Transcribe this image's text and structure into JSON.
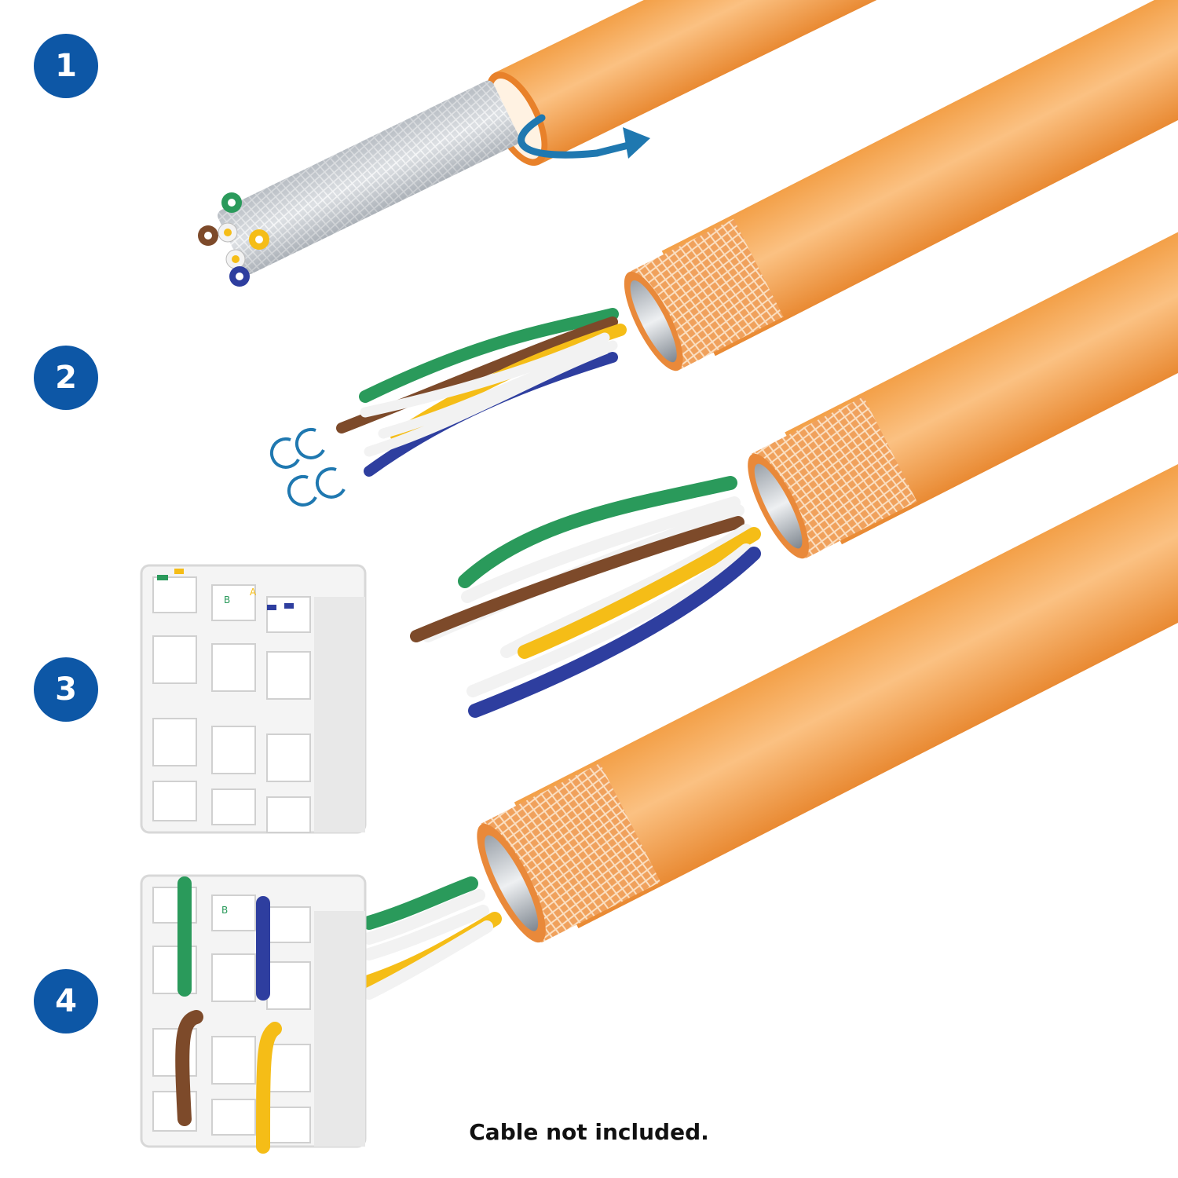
{
  "steps": [
    {
      "number": "1"
    },
    {
      "number": "2"
    },
    {
      "number": "3"
    },
    {
      "number": "4"
    }
  ],
  "caption": "Cable not included.",
  "keystone_labels": {
    "b": "B",
    "a": "A"
  },
  "colors": {
    "badge": "#0d57a6",
    "badge_text": "#ffffff",
    "arrow": "#1f78b0",
    "jacket": "#f6a04e",
    "jacket_dark": "#e68a33",
    "braid": "#e79558",
    "shield": "#b9bfc6",
    "wire_green": "#2a9a5b",
    "wire_brown": "#7d4a2a",
    "wire_orange": "#f5bd17",
    "wire_blue": "#2e3e9f",
    "wire_white": "#f2f2f2",
    "keystone": "#f4f4f4"
  },
  "icons": {
    "twist": "twist-arrows-icon",
    "rotate": "rotate-arrow-icon"
  }
}
